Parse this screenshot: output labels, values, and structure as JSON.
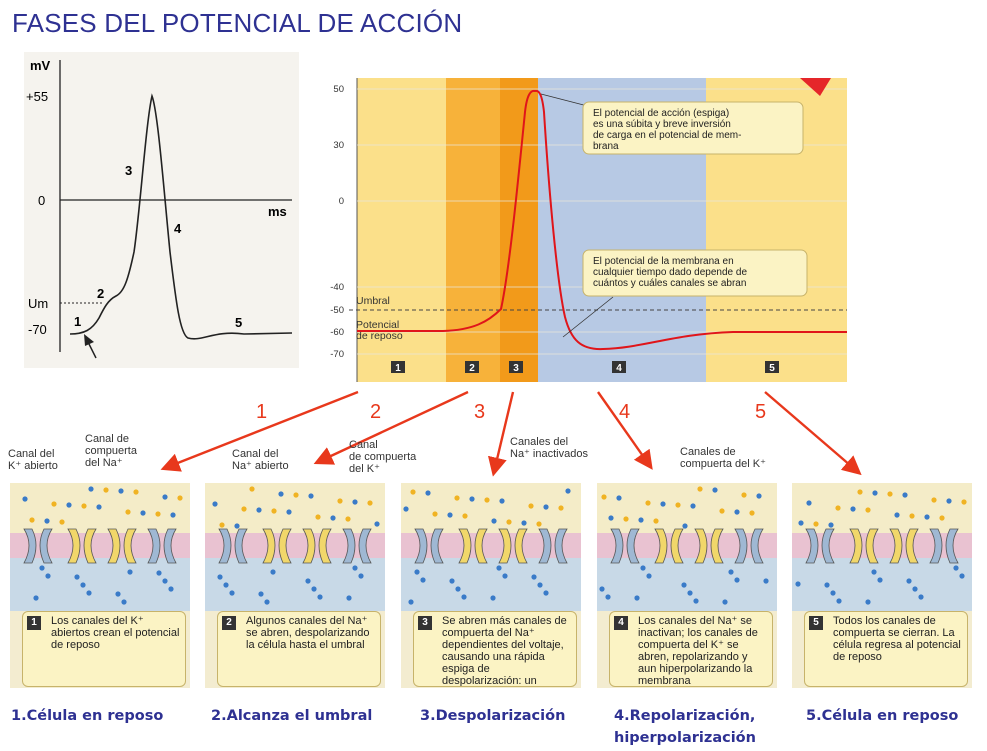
{
  "title": "FASES DEL POTENCIAL DE ACCIÓN",
  "left_graph": {
    "y_unit": "mV",
    "y_labels": [
      "+55",
      "0",
      "Um",
      "-70"
    ],
    "x_unit": "ms",
    "phase_labels": [
      "1",
      "2",
      "3",
      "4",
      "5"
    ]
  },
  "right_graph": {
    "y_ticks": [
      "50",
      "30",
      "0",
      "-40",
      "-50",
      "-60",
      "-70"
    ],
    "umbral_label": "Umbral",
    "reposo_label_1": "Potencial",
    "reposo_label_2": "de reposo",
    "phase_boxes": [
      "1",
      "2",
      "3",
      "4",
      "5"
    ],
    "callout_top": [
      "El potencial de acción (espiga)",
      "es una súbita y breve inversión",
      "de carga en el potencial de mem-",
      "brana"
    ],
    "callout_mid": [
      "El potencial de la membrana en",
      "cualquier tiempo dado depende de",
      "cuántos y cuáles canales se abran"
    ],
    "zone_colors": [
      "#fbe08a",
      "#f7b23a",
      "#f29a1a",
      "#b7c9e4",
      "#fbe08a"
    ]
  },
  "arrow_numbers": [
    "1",
    "2",
    "3",
    "4",
    "5"
  ],
  "panel_labels": {
    "p1_k": [
      "Canal del",
      "K⁺ abierto"
    ],
    "p1_na": [
      "Canal de",
      "compuerta",
      "del Na⁺"
    ],
    "p2_na": [
      "Canal del",
      "Na⁺ abierto"
    ],
    "p2_k": [
      "Canal",
      "de compuerta",
      "del K⁺"
    ],
    "p4_na": [
      "Canales del",
      "Na⁺ inactivados"
    ],
    "p4_k": [
      "Canales de",
      "compuerta del K⁺"
    ]
  },
  "panels": [
    {
      "num": "1",
      "text": "Los canales del K⁺ abiertos crean el potencial de reposo"
    },
    {
      "num": "2",
      "text": "Algunos canales del Na⁺ se abren, despolarizando la célula hasta el umbral"
    },
    {
      "num": "3",
      "text": "Se abren más canales de compuerta del Na⁺ dependientes del voltaje, causando una rápida espiga de despolarización: un potencial de acción"
    },
    {
      "num": "4",
      "text": "Los canales del Na⁺ se inactivan; los canales de compuerta del K⁺ se abren, repolarizando y aun hiperpolarizando la membrana"
    },
    {
      "num": "5",
      "text": "Todos los canales de compuerta se cierran. La célula regresa al potencial de reposo"
    }
  ],
  "captions": [
    "1.Célula en reposo",
    "2.Alcanza el umbral",
    "3.Despolarización",
    "4.Repolarización,",
    "hiperpolarización",
    "5.Célula en reposo"
  ]
}
